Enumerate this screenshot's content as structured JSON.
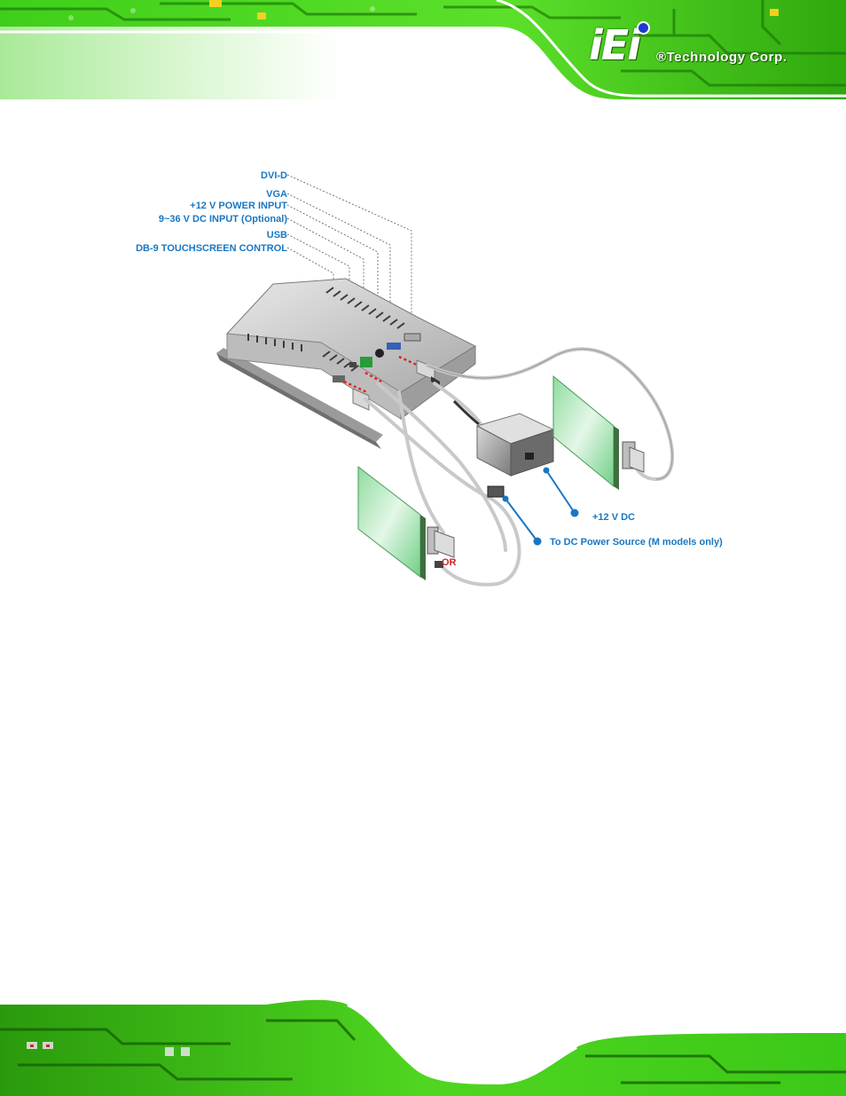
{
  "header": {
    "logo_mark": "iEi",
    "company": "®Technology Corp."
  },
  "diagram": {
    "labels": {
      "dvi_d": "DVI-D",
      "vga": "VGA",
      "power_12v": "+12 V POWER INPUT",
      "dc_input": "9~36 V DC INPUT (Optional)",
      "usb": "USB",
      "db9": "DB-9 TOUCHSCREEN CONTROL",
      "dc_12v": "+12 V DC",
      "dc_source": "To DC Power Source (M models only)",
      "or": "OR"
    },
    "colors": {
      "label": "#1877c4",
      "or": "#d02525",
      "callout": "#1877c4",
      "arrow": "#e02020",
      "pcb_green": "#3fcf1a"
    }
  }
}
